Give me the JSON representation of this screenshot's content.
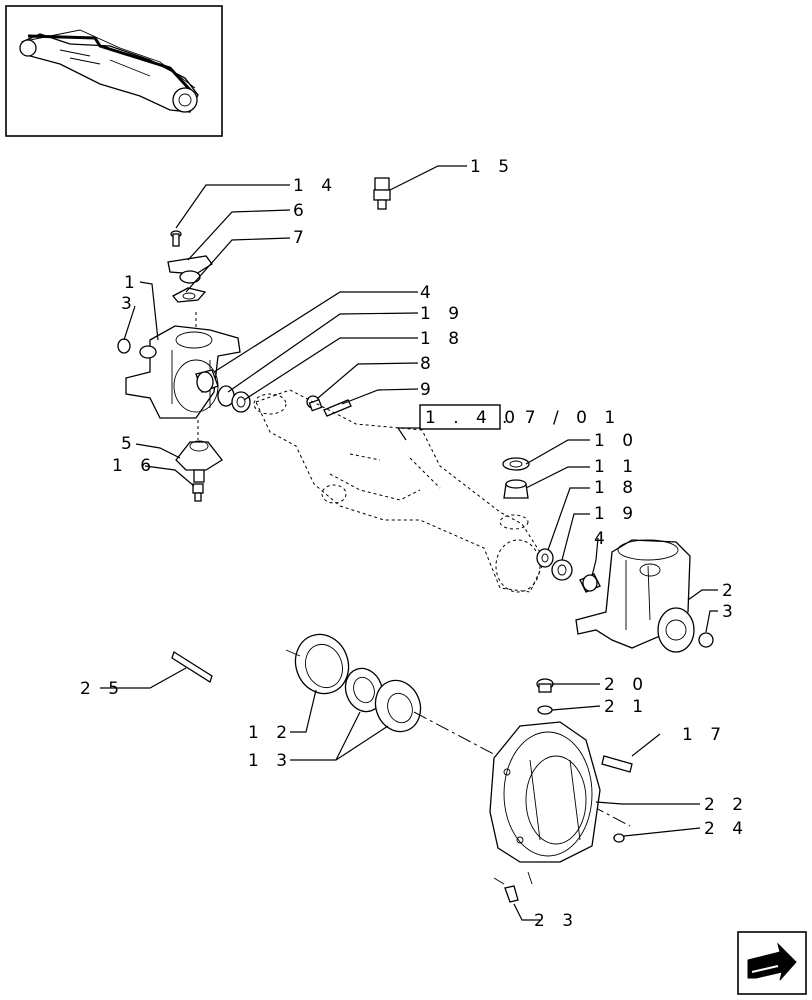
{
  "reference": {
    "text": "1 . 4 0",
    "suffix": ". 7 / 0 1"
  },
  "callouts": {
    "c14": "1 4",
    "c15": "1 5",
    "c6": "6",
    "c7": "7",
    "c1": "1",
    "c3a": "3",
    "c4a": "4",
    "c19a": "1 9",
    "c18a": "1 8",
    "c8": "8",
    "c9": "9",
    "c5": "5",
    "c16": "1 6",
    "c10": "1 0",
    "c11": "1 1",
    "c18b": "1 8",
    "c19b": "1 9",
    "c4b": "4",
    "c2": "2",
    "c3b": "3",
    "c25": "2 5",
    "c20": "2 0",
    "c21": "2 1",
    "c17": "1 7",
    "c12": "1 2",
    "c13": "1 3",
    "c22": "2 2",
    "c24": "2 4",
    "c23": "2 3"
  },
  "icons": {
    "thumbnail": "axle-assembly-thumbnail",
    "nav": "next-page-arrow-icon"
  }
}
